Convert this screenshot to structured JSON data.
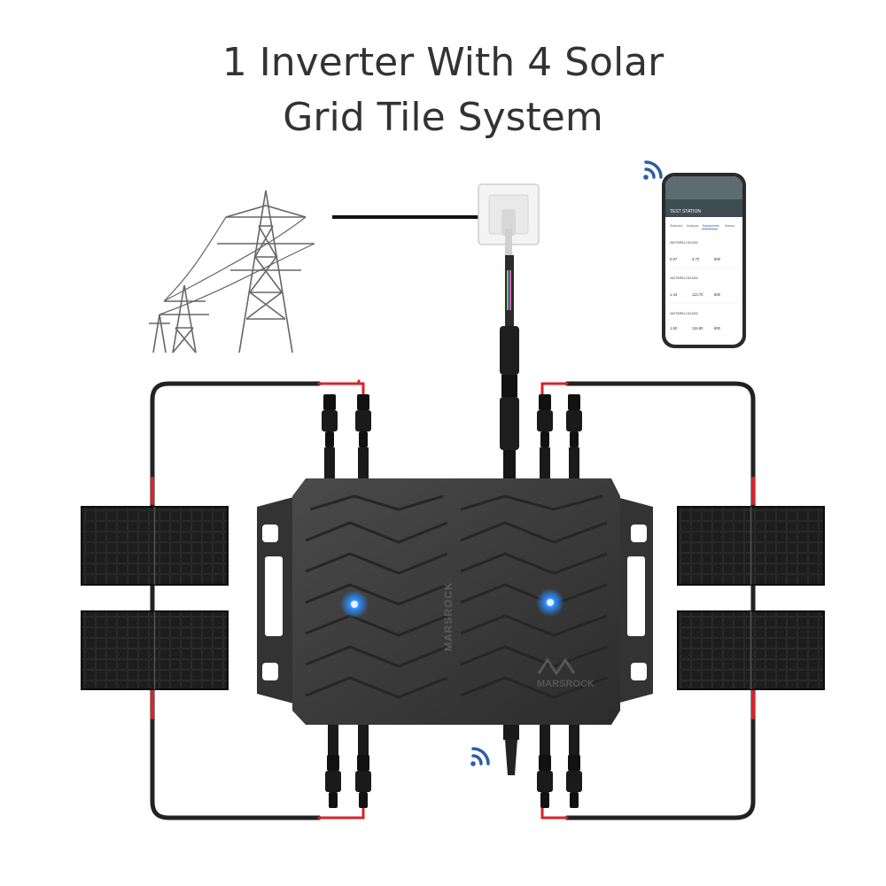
{
  "title": {
    "line1": "1 Inverter With 4 Solar",
    "line2": "Grid Tile System"
  },
  "inverter": {
    "brand": "MARSROCK",
    "watermark": "MARSROCK",
    "led_color": "#1e7bff"
  },
  "phone": {
    "station": "TEST STATION",
    "tabs": [
      "Statistics",
      "Analysis",
      "Equipments",
      "Alarms"
    ],
    "devices": [
      {
        "model": "VAZ700RU-C421202",
        "v1": "0.97",
        "v2": "4.70",
        "v3": "800"
      },
      {
        "model": "VAZ700RU-C421202",
        "v1": "1.44",
        "v2": "113.70",
        "v3": "800"
      },
      {
        "model": "VAZ700RU-C421202",
        "v1": "1.50",
        "v2": "115.80",
        "v3": "800"
      }
    ]
  },
  "icons": [
    "wifi-icon",
    "power-tower-icon",
    "wall-socket-icon",
    "smartphone-icon",
    "solar-panel-icon",
    "mc4-connector-icon"
  ],
  "colors": {
    "cable": "#222222",
    "cable_red": "#d8232a",
    "panel": "#141414",
    "inverter": "#3a3a3a",
    "wifi": "#2a5ea8"
  }
}
